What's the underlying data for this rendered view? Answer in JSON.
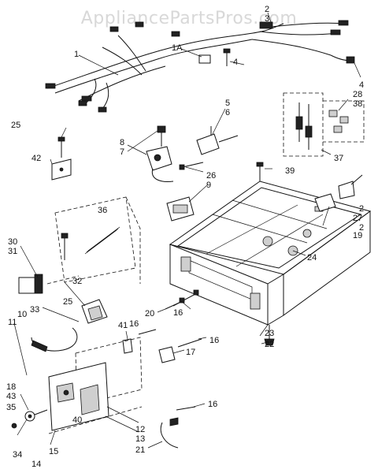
{
  "watermark": "AppliancePartsPros.com",
  "callouts": {
    "c1": "1",
    "c1a": "1A",
    "c2a": "2",
    "c2b": "2",
    "c2c": "2",
    "c3": "3",
    "c4a": "4",
    "c4b": "4",
    "c5": "5",
    "c6": "6",
    "c7": "7",
    "c8": "8",
    "c9": "9",
    "c10": "10",
    "c11": "11",
    "c12": "12",
    "c13": "13",
    "c14": "14",
    "c15": "15",
    "c16a": "16",
    "c16b": "16",
    "c16c": "16",
    "c16d": "16",
    "c17": "17",
    "c18": "18",
    "c19": "19",
    "c20": "20",
    "c21": "21",
    "c22": "22",
    "c23": "23",
    "c24": "24",
    "c25a": "25",
    "c25b": "25",
    "c26": "26",
    "c27": "27",
    "c28": "28",
    "c30": "30",
    "c31": "31",
    "c32": "32",
    "c33": "33",
    "c34": "34",
    "c35": "35",
    "c36": "36",
    "c37": "37",
    "c38": "38",
    "c39": "39",
    "c40": "40",
    "c41": "41",
    "c42": "42",
    "c43": "43"
  }
}
